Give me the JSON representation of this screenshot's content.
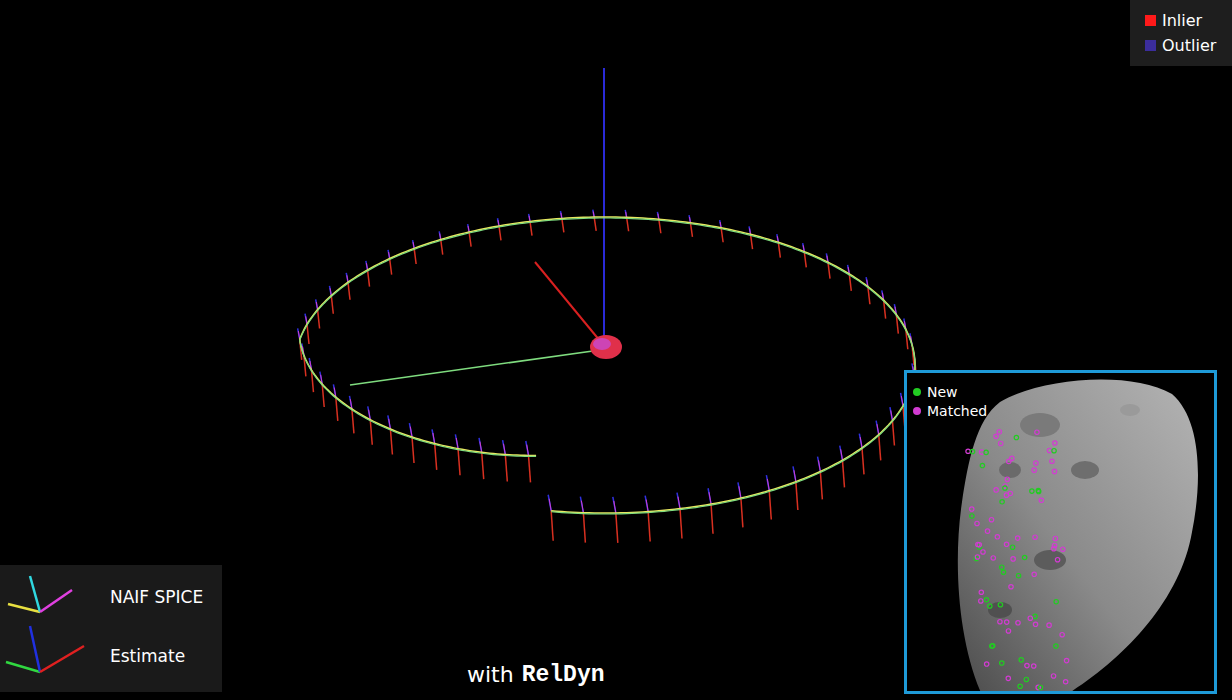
{
  "diagram": {
    "labels": [
      "with",
      "RelDyn"
    ],
    "legend": [
      {
        "text": "Inlier",
        "color": "#ff1a1a"
      },
      {
        "text": "Outlier",
        "color": "#3b2d9c"
      },
      {
        "text": "New",
        "color": "#22cc22"
      },
      {
        "text": "Matched",
        "color": "#d23cd2"
      },
      {
        "text": "NAIF SPICE"
      },
      {
        "text": "Estimate"
      }
    ]
  }
}
